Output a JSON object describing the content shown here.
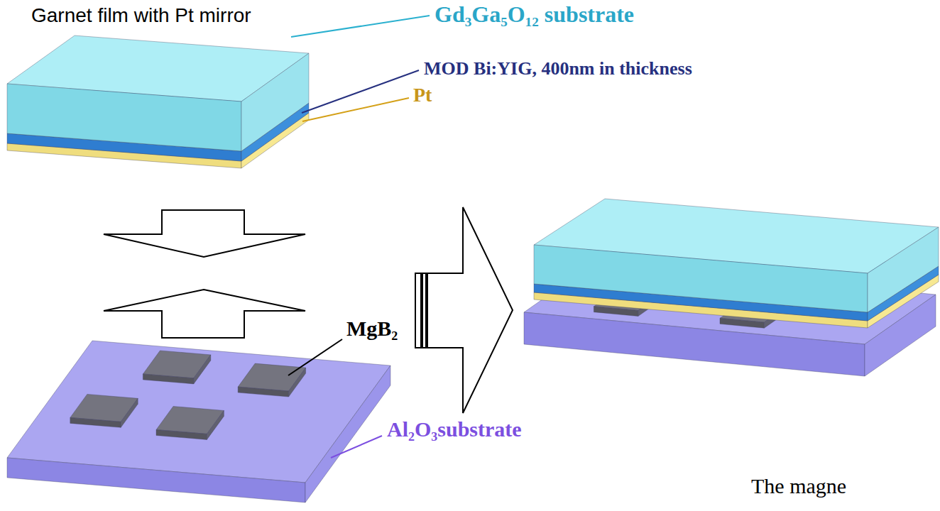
{
  "diagram": {
    "title": "Garnet film with Pt mirror",
    "labels": [
      "Gd₃Ga₅O₁₂ substrate",
      "MOD Bi:YIG, 400nm in thickness",
      "Pt",
      "MgB₂",
      "Al₂O₃substrate",
      "The magne"
    ]
  }
}
